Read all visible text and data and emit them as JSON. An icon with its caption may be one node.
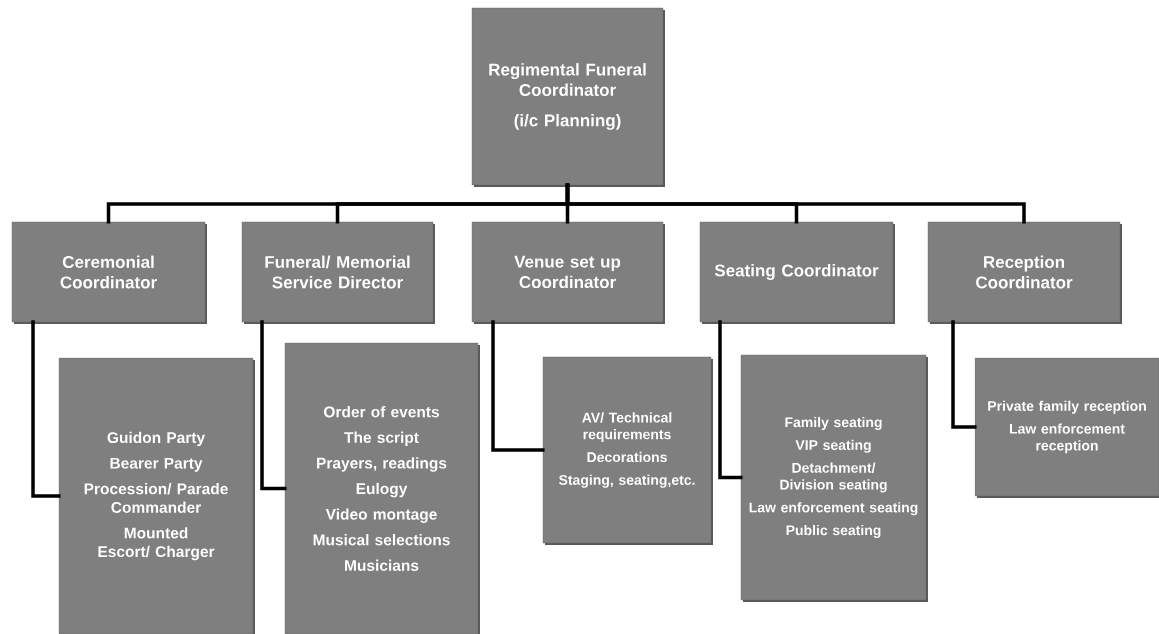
{
  "diagram": {
    "nodes": [
      {
        "text": [
          "Regimental Funeral Coordinator",
          "(i/c Planning)"
        ]
      },
      {
        "text": [
          "Ceremonial Coordinator"
        ]
      },
      {
        "text": [
          "Funeral/ Memorial Service Director"
        ]
      },
      {
        "text": [
          "Venue set up Coordinator"
        ]
      },
      {
        "text": [
          "Seating Coordinator"
        ]
      },
      {
        "text": [
          "Reception Coordinator"
        ]
      },
      {
        "text": [
          "Guidon Party",
          "Bearer Party",
          "Procession/ Parade Commander",
          "Mounted Escort/ Charger"
        ]
      },
      {
        "text": [
          "Order of events",
          "The  script",
          "Prayers, readings",
          "Eulogy",
          "Video montage",
          "Musical selections",
          "Musicians"
        ]
      },
      {
        "text": [
          "AV/ Technical requirements",
          "Decorations",
          "Staging, seating,etc."
        ]
      },
      {
        "text": [
          "Family  seating",
          "VIP seating",
          "Detachment/ Division seating",
          "Law enforcement seating",
          "Public seating"
        ]
      },
      {
        "text": [
          "Private family reception",
          "Law enforcement reception"
        ]
      }
    ],
    "edges": [
      {
        "from": 0,
        "to": 1,
        "arrow": "none"
      },
      {
        "from": 0,
        "to": 2,
        "arrow": "none"
      },
      {
        "from": 0,
        "to": 3,
        "arrow": "none"
      },
      {
        "from": 0,
        "to": 4,
        "arrow": "none"
      },
      {
        "from": 0,
        "to": 5,
        "arrow": "none"
      },
      {
        "from": 1,
        "to": 6,
        "arrow": "none"
      },
      {
        "from": 2,
        "to": 7,
        "arrow": "none"
      },
      {
        "from": 3,
        "to": 8,
        "arrow": "none"
      },
      {
        "from": 4,
        "to": 9,
        "arrow": "none"
      },
      {
        "from": 5,
        "to": 10,
        "arrow": "none"
      }
    ]
  }
}
